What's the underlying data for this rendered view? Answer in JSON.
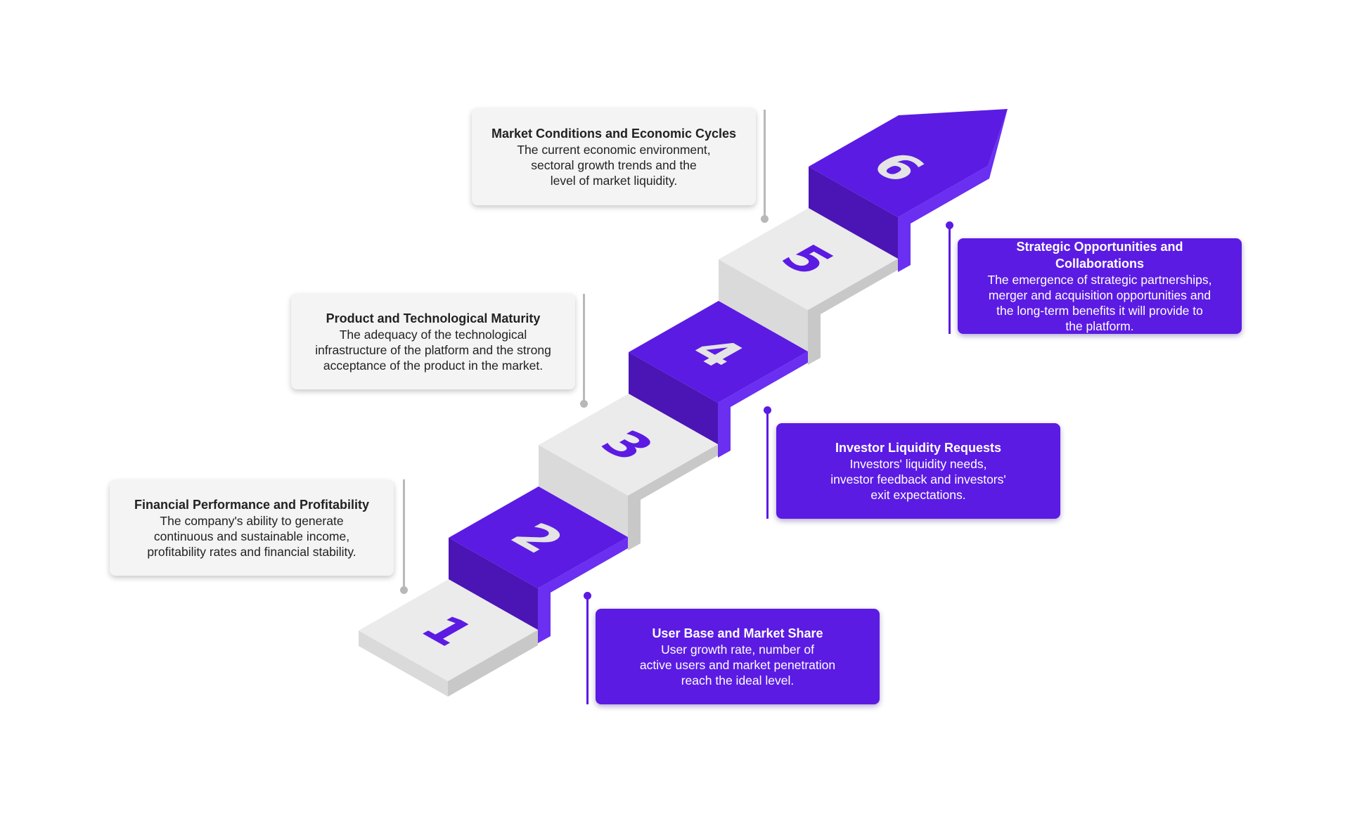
{
  "steps": [
    {
      "number": "1",
      "title": "User Base and Market Share",
      "text": "User growth rate, number of\nactive users and market penetration\nreach the ideal level."
    },
    {
      "number": "2",
      "title": "Financial Performance and Profitability",
      "text": "The company's ability to generate\ncontinuous and sustainable income,\nprofitability rates and financial stability."
    },
    {
      "number": "3",
      "title": "Investor Liquidity Requests",
      "text": "Investors' liquidity needs,\ninvestor feedback and investors'\nexit expectations."
    },
    {
      "number": "4",
      "title": "Product and Technological Maturity",
      "text": "The adequacy of the technological\ninfrastructure of the platform and the strong\nacceptance of the product in the market."
    },
    {
      "number": "5",
      "title": "Strategic Opportunities and Collaborations",
      "text": "The emergence of strategic partnerships,\nmerger and acquisition opportunities and\nthe long-term benefits it will provide to\nthe platform."
    },
    {
      "number": "6",
      "title": "Market Conditions and Economic Cycles",
      "text": "The current economic environment,\nsectoral growth trends and the\nlevel of market liquidity."
    }
  ],
  "colors": {
    "purple": "#5b1be3",
    "purple_dark": "#4a15b4",
    "purple_side": "#6a2ff0",
    "gray_top": "#ebebeb",
    "gray_side": "#c8c8c8",
    "gray_front": "#dadada",
    "gray_number": "#5b1be3",
    "purple_number": "#e4e4e4"
  }
}
